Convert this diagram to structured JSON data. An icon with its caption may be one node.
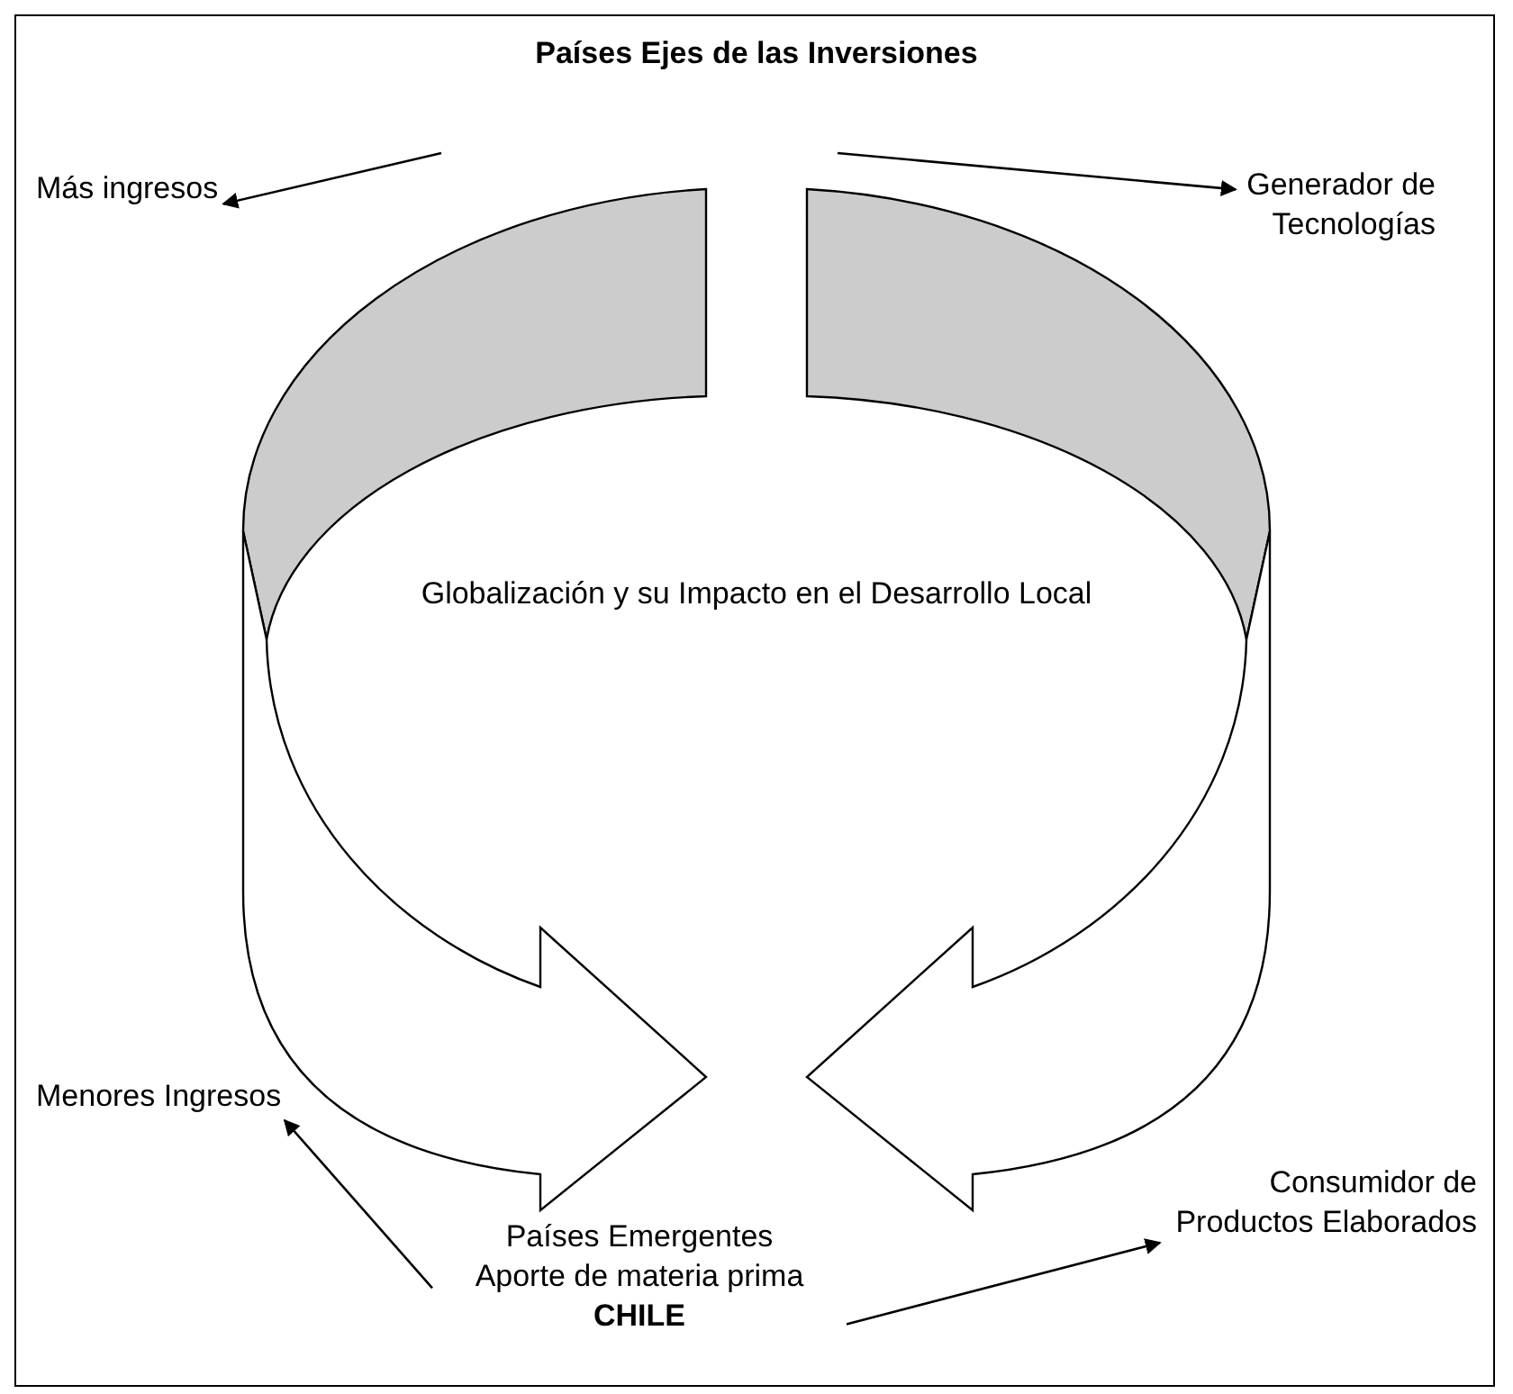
{
  "diagram": {
    "title": "Países Ejes de las Inversiones",
    "nodes": [
      {
        "text": [
          "Más ingresos"
        ]
      },
      {
        "text": [
          "Generador de Tecnologías"
        ]
      },
      {
        "text": [
          "Menores Ingresos"
        ]
      },
      {
        "text": [
          "Consumidor de Productos Elaborados"
        ]
      },
      {
        "text": [
          "Países Emergentes Aporte de materia prima",
          "CHILE"
        ]
      }
    ],
    "edges": [
      {
        "from": null,
        "to": 0,
        "arrow": "to"
      },
      {
        "from": null,
        "to": 1,
        "arrow": "to"
      },
      {
        "from": 4,
        "to": 2,
        "arrow": "to"
      },
      {
        "from": 4,
        "to": 3,
        "arrow": "to"
      }
    ],
    "labels": [
      "Globalización y su Impacto en el Desarrollo Local"
    ]
  }
}
